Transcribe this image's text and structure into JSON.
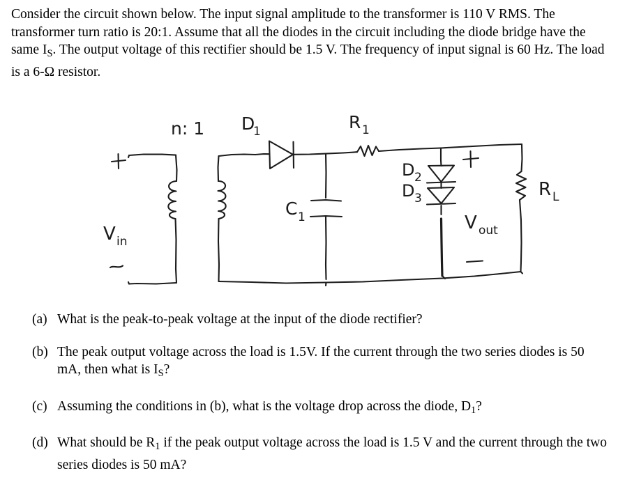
{
  "problem": {
    "segments": [
      {
        "t": "Consider the circuit shown below. The input signal amplitude to the transformer is 110 V RMS. The transformer turn ratio is 20:1. Assume that all the diodes in the circuit including the diode bridge have the same I"
      },
      {
        "t": "S",
        "sub": true
      },
      {
        "t": ". The output voltage of this rectifier should be 1.5 V. The frequency of input signal is 60 Hz. The load is a 6-Ω resistor."
      }
    ],
    "full_text": "Consider the circuit shown below. The input signal amplitude to the transformer is 110 V RMS. The transformer turn ratio is 20:1. Assume that all the diodes in the circuit including the diode bridge have the same IS. The output voltage of this rectifier should be 1.5 V. The frequency of input signal is 60 Hz. The load is a 6-Ω resistor.",
    "values": {
      "input_amplitude": "110 V RMS",
      "turn_ratio": "20:1",
      "output_voltage": "1.5 V",
      "frequency": "60 Hz",
      "load": "6-Ω"
    }
  },
  "circuit": {
    "title": "half-wave rectifier with capacitor filter, series resistor and two series diodes across load",
    "labels": {
      "turns_ratio": "n: 1",
      "diode_1": "D",
      "diode_1_sub": "1",
      "resistor_1": "R",
      "resistor_1_sub": "1",
      "diode_2": "D",
      "diode_2_sub": "2",
      "diode_3": "D",
      "diode_3_sub": "3",
      "capacitor": "C",
      "capacitor_sub": "1",
      "load_resistor": "R",
      "load_resistor_sub": "L",
      "v_in": "V",
      "v_in_sub": "in",
      "v_out": "V",
      "v_out_sub": "out",
      "plus_in": "+",
      "minus_in": "–",
      "plus_out": "+",
      "minus_out": "–"
    },
    "ink_color": "#1c1c1c"
  },
  "questions": [
    {
      "marker": "(a)",
      "segments": [
        {
          "t": "What is the peak-to-peak voltage at the input of the diode rectifier?"
        }
      ],
      "text": "What is the peak-to-peak voltage at the input of the diode rectifier?"
    },
    {
      "marker": "(b)",
      "segments": [
        {
          "t": "The peak output voltage across the load is 1.5V. If the current through the two series diodes is 50 mA, then what is I"
        },
        {
          "t": "S",
          "sub": true
        },
        {
          "t": "?"
        }
      ],
      "text": "The peak output voltage across the load is 1.5V. If the current through the two series diodes is 50 mA, then what is IS?"
    },
    {
      "marker": "(c)",
      "segments": [
        {
          "t": "Assuming the conditions in (b), what is the voltage drop across the diode, D"
        },
        {
          "t": "1",
          "sub": true
        },
        {
          "t": "?"
        }
      ],
      "text": "Assuming the conditions in (b), what is the voltage drop across the diode, D1?"
    },
    {
      "marker": "(d)",
      "segments": [
        {
          "t": "What should be R"
        },
        {
          "t": "1",
          "sub": true
        },
        {
          "t": " if the peak output voltage across the load is 1.5 V and the current through the two series diodes is 50 mA?"
        }
      ],
      "text": "What should be R1 if the peak output voltage across the load is 1.5 V and the current through the two series diodes is 50 mA?"
    }
  ]
}
